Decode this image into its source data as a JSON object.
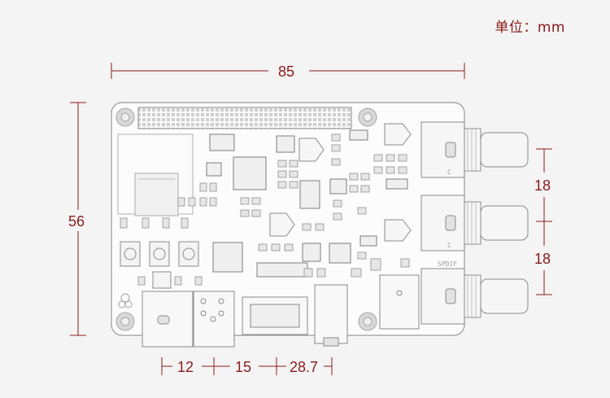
{
  "unit_label": "单位：mm",
  "dimensions": {
    "board_width": "85",
    "board_height": "56",
    "jack_spacing_1": "18",
    "jack_spacing_2": "18",
    "bottom_1": "12",
    "bottom_2": "15",
    "bottom_3": "28.7"
  },
  "silkscreen": {
    "jack_label_1": "C",
    "jack_label_2": "C",
    "jack_label_3": "SPDIF"
  },
  "colors": {
    "dimension": "#8b1a1a",
    "board_outline": "#9a9a9a",
    "background": "#f4f4f4"
  }
}
